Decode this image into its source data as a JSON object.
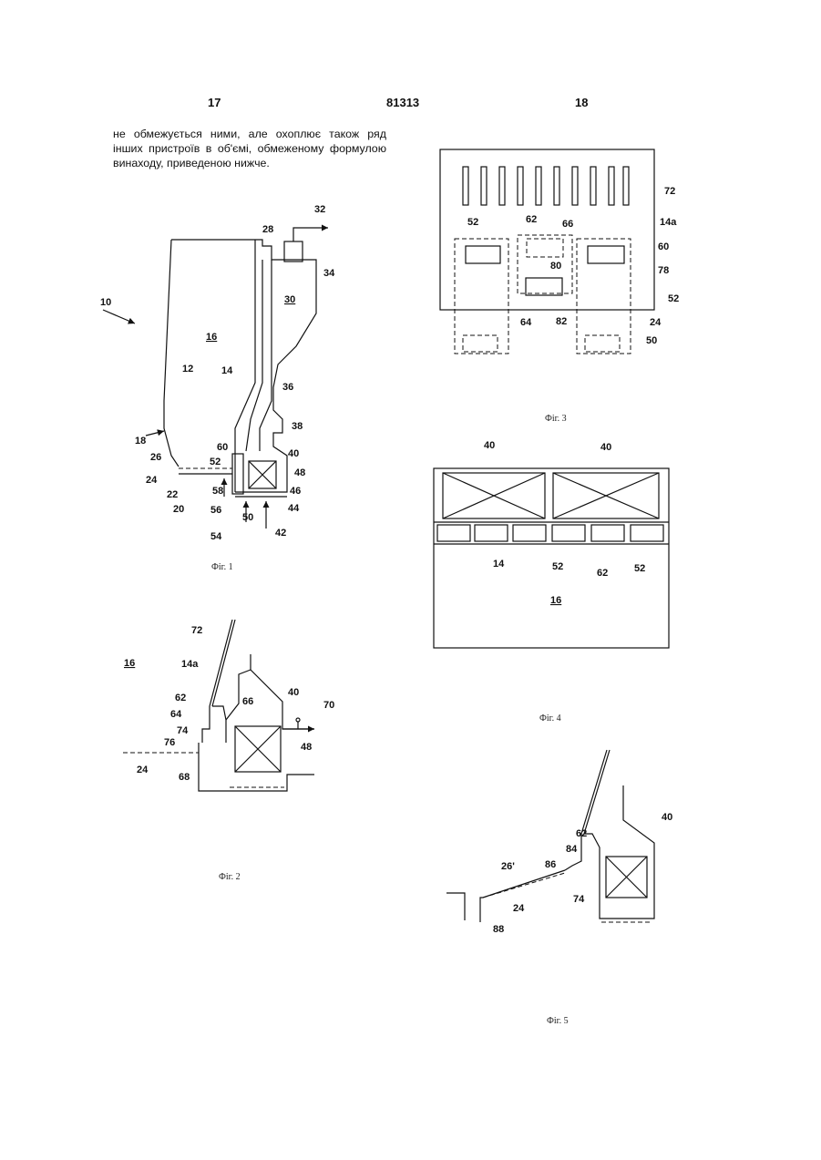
{
  "header": {
    "left_page": "17",
    "doc_number": "81313",
    "right_page": "18"
  },
  "body_text": "не обмежується ними, але охоплює також ряд інших пристроїв в об'ємі, обмеженому формулою винаходу, приведеною нижче.",
  "fig1": {
    "caption": "Фіг. 1",
    "labels": {
      "l10": "10",
      "l12": "12",
      "l14": "14",
      "l16": "16",
      "l18": "18",
      "l20": "20",
      "l22": "22",
      "l24": "24",
      "l26": "26",
      "l28": "28",
      "l30": "30",
      "l32": "32",
      "l34": "34",
      "l36": "36",
      "l38": "38",
      "l40": "40",
      "l42": "42",
      "l44": "44",
      "l46": "46",
      "l48": "48",
      "l50": "50",
      "l52": "52",
      "l54": "54",
      "l56": "56",
      "l58": "58",
      "l60": "60"
    }
  },
  "fig2": {
    "caption": "Фіг. 2",
    "labels": {
      "l16": "16",
      "l72": "72",
      "l14a": "14a",
      "l62": "62",
      "l64": "64",
      "l66": "66",
      "l40": "40",
      "l70": "70",
      "l74": "74",
      "l76": "76",
      "l24": "24",
      "l48": "48",
      "l68": "68"
    }
  },
  "fig3": {
    "caption": "Фіг. 3",
    "labels": {
      "l72": "72",
      "l52a": "52",
      "l62": "62",
      "l66": "66",
      "l14a": "14a",
      "l60": "60",
      "l80": "80",
      "l78": "78",
      "l52b": "52",
      "l64": "64",
      "l82": "82",
      "l24": "24",
      "l50": "50"
    }
  },
  "fig4": {
    "caption": "Фіг. 4",
    "labels": {
      "l40a": "40",
      "l40b": "40",
      "l14": "14",
      "l52a": "52",
      "l62": "62",
      "l52b": "52",
      "l16": "16"
    }
  },
  "fig5": {
    "caption": "Фіг. 5",
    "labels": {
      "l40": "40",
      "l62": "62",
      "l84": "84",
      "l86": "86",
      "l26p": "26'",
      "l74": "74",
      "l24": "24",
      "l88": "88"
    }
  }
}
